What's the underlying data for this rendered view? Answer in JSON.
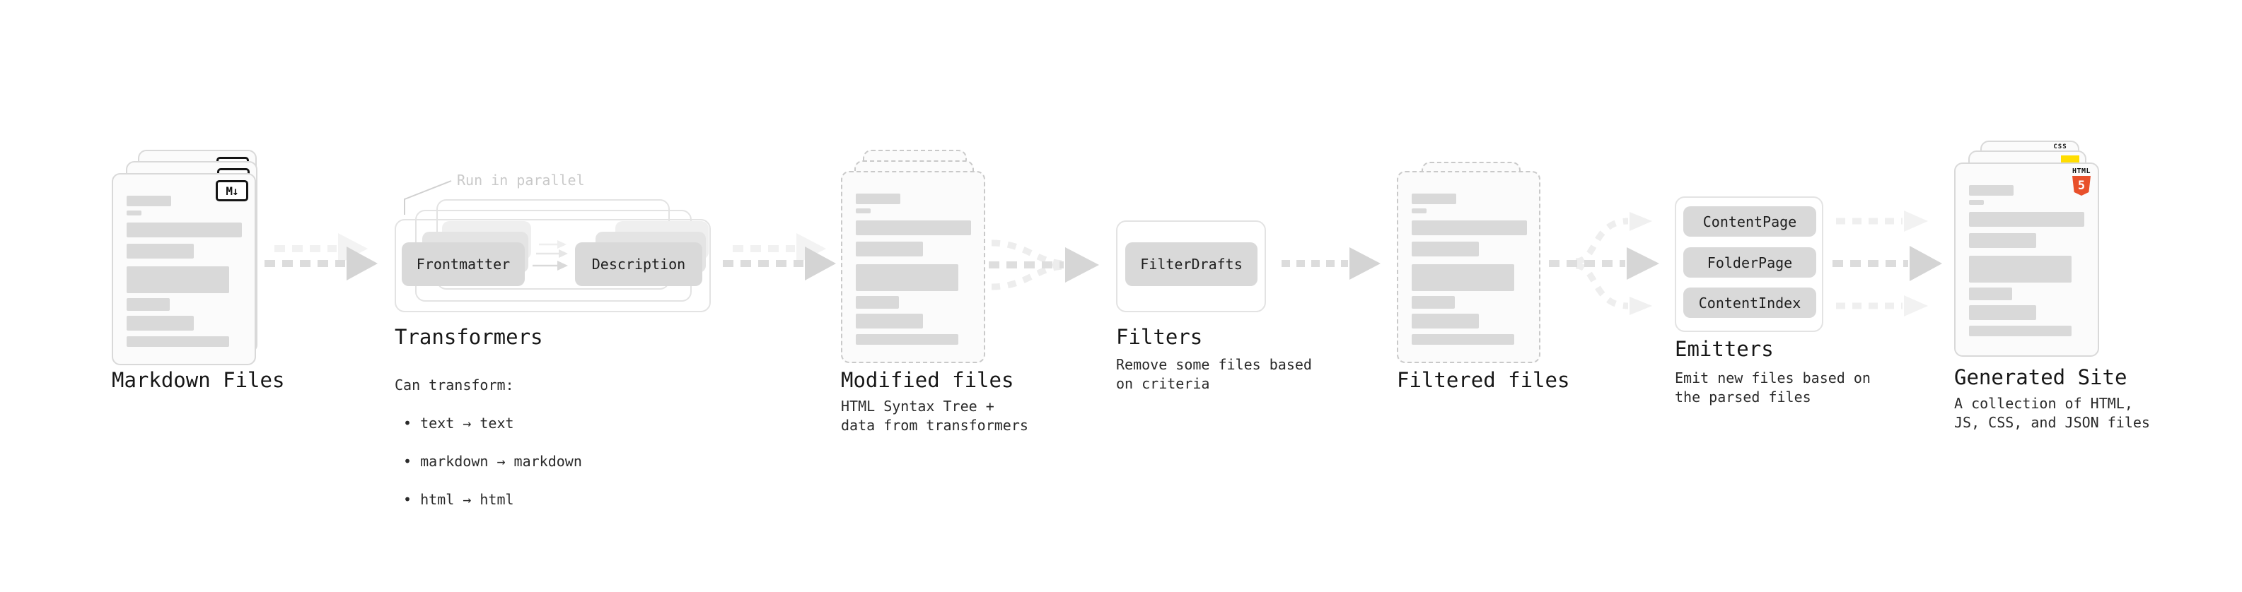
{
  "stages": {
    "markdown_files": {
      "title": "Markdown Files",
      "badge": "M↓"
    },
    "transformers": {
      "title": "Transformers",
      "annotation": "Run in parallel",
      "step_buttons": [
        "Frontmatter",
        "Description"
      ],
      "note_heading": "Can transform:",
      "note_bullets": [
        "• text → text",
        "• markdown → markdown",
        "• html → html"
      ]
    },
    "modified_files": {
      "title": "Modified files",
      "subtitle": "HTML Syntax Tree +\ndata from transformers"
    },
    "filters": {
      "title": "Filters",
      "filter_buttons": [
        "FilterDrafts"
      ],
      "subtitle": "Remove some files based\non criteria"
    },
    "filtered_files": {
      "title": "Filtered files"
    },
    "emitters": {
      "title": "Emitters",
      "emitter_buttons": [
        "ContentPage",
        "FolderPage",
        "ContentIndex"
      ],
      "subtitle": "Emit new files based on\nthe parsed files"
    },
    "generated_site": {
      "title": "Generated Site",
      "subtitle": "A collection of HTML,\nJS, CSS, and JSON files",
      "file_badges": {
        "css_label": "CSS",
        "html_label": "HTML",
        "html_number": "5"
      }
    }
  },
  "colors": {
    "neutral_gray": "#d9d9d9",
    "arrow_gray": "#d4d4d4",
    "ghost_gray": "#f1f1f1",
    "html5_orange": "#e8502b",
    "js_yellow": "#ffdd00",
    "css_blue": "#2b6bf3"
  }
}
